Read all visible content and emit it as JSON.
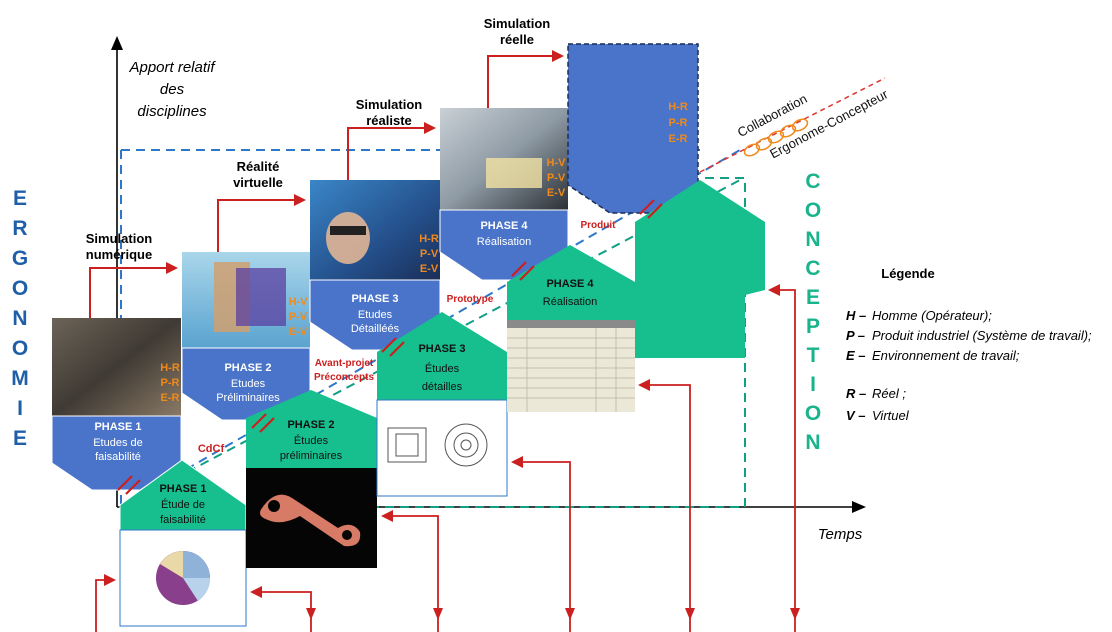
{
  "axis": {
    "y_label_lines": [
      "Apport relatif",
      "des",
      "disciplines"
    ],
    "x_label": "Temps"
  },
  "sides": {
    "left_letters": [
      "E",
      "R",
      "G",
      "O",
      "N",
      "O",
      "M",
      "I",
      "E"
    ],
    "right_letters": [
      "C",
      "O",
      "N",
      "C",
      "E",
      "P",
      "T",
      "I",
      "O",
      "N"
    ],
    "left_color": "#1f5fa8",
    "right_color": "#19b38c"
  },
  "collaboration": {
    "line1": "Collaboration",
    "line2": "Ergonome-Concepteur"
  },
  "simulations": {
    "numerique": [
      "Simulation",
      "numérique"
    ],
    "virtuelle": [
      "Réalité",
      "virtuelle"
    ],
    "realiste": [
      "Simulation",
      "réaliste"
    ],
    "reelle": [
      "Simulation",
      "réelle"
    ]
  },
  "ergo_phases": {
    "p1": {
      "title": "PHASE 1",
      "lines": [
        "Etudes de",
        "faisabilité"
      ],
      "codes": [
        "H-R",
        "P-R",
        "E-R"
      ]
    },
    "p2": {
      "title": "PHASE 2",
      "lines": [
        "Etudes",
        "Préliminaires"
      ],
      "codes": [
        "H-V",
        "P-V",
        "E-V"
      ]
    },
    "p3": {
      "title": "PHASE 3",
      "lines": [
        "Etudes",
        "Détailléés"
      ],
      "codes": [
        "H-R",
        "P-V",
        "E-V"
      ]
    },
    "p4": {
      "title": "PHASE 4",
      "lines": [
        "Réalisation"
      ],
      "codes": [
        "H-V",
        "P-V",
        "E-V"
      ]
    },
    "p5": {
      "codes": [
        "H-R",
        "P-R",
        "E-R"
      ]
    }
  },
  "conc_phases": {
    "p1": {
      "title": "PHASE 1",
      "lines": [
        "Étude de",
        "faisabilité"
      ]
    },
    "p2": {
      "title": "PHASE 2",
      "lines": [
        "Études",
        "préliminaires"
      ]
    },
    "p3": {
      "title": "PHASE 3",
      "lines": [
        "Études",
        "détailles"
      ]
    },
    "p4": {
      "title": "PHASE 4",
      "lines": [
        "Réalisation"
      ]
    }
  },
  "milestones": {
    "cdcf": "CdCf",
    "avant_projet": [
      "Avant-projet",
      "Préconcepts"
    ],
    "prototype": "Prototype",
    "produit": "Produit"
  },
  "legend": {
    "title": "Légende",
    "items": [
      {
        "key": "H –",
        "text": "Homme (Opérateur);"
      },
      {
        "key": "P –",
        "text": "Produit industriel (Système de travail);"
      },
      {
        "key": "E –",
        "text": "Environnement de travail;"
      },
      {
        "key": "R –",
        "text": "Réel ;"
      },
      {
        "key": "V –",
        "text": "Virtuel"
      }
    ]
  },
  "colors": {
    "ergo_blue": "#4a74c9",
    "conc_green": "#17bf8e",
    "arrow_red": "#cc1f1f",
    "code_orange": "#f08a1c",
    "dash_blue": "#2f78c8",
    "dash_green": "#129f86"
  }
}
